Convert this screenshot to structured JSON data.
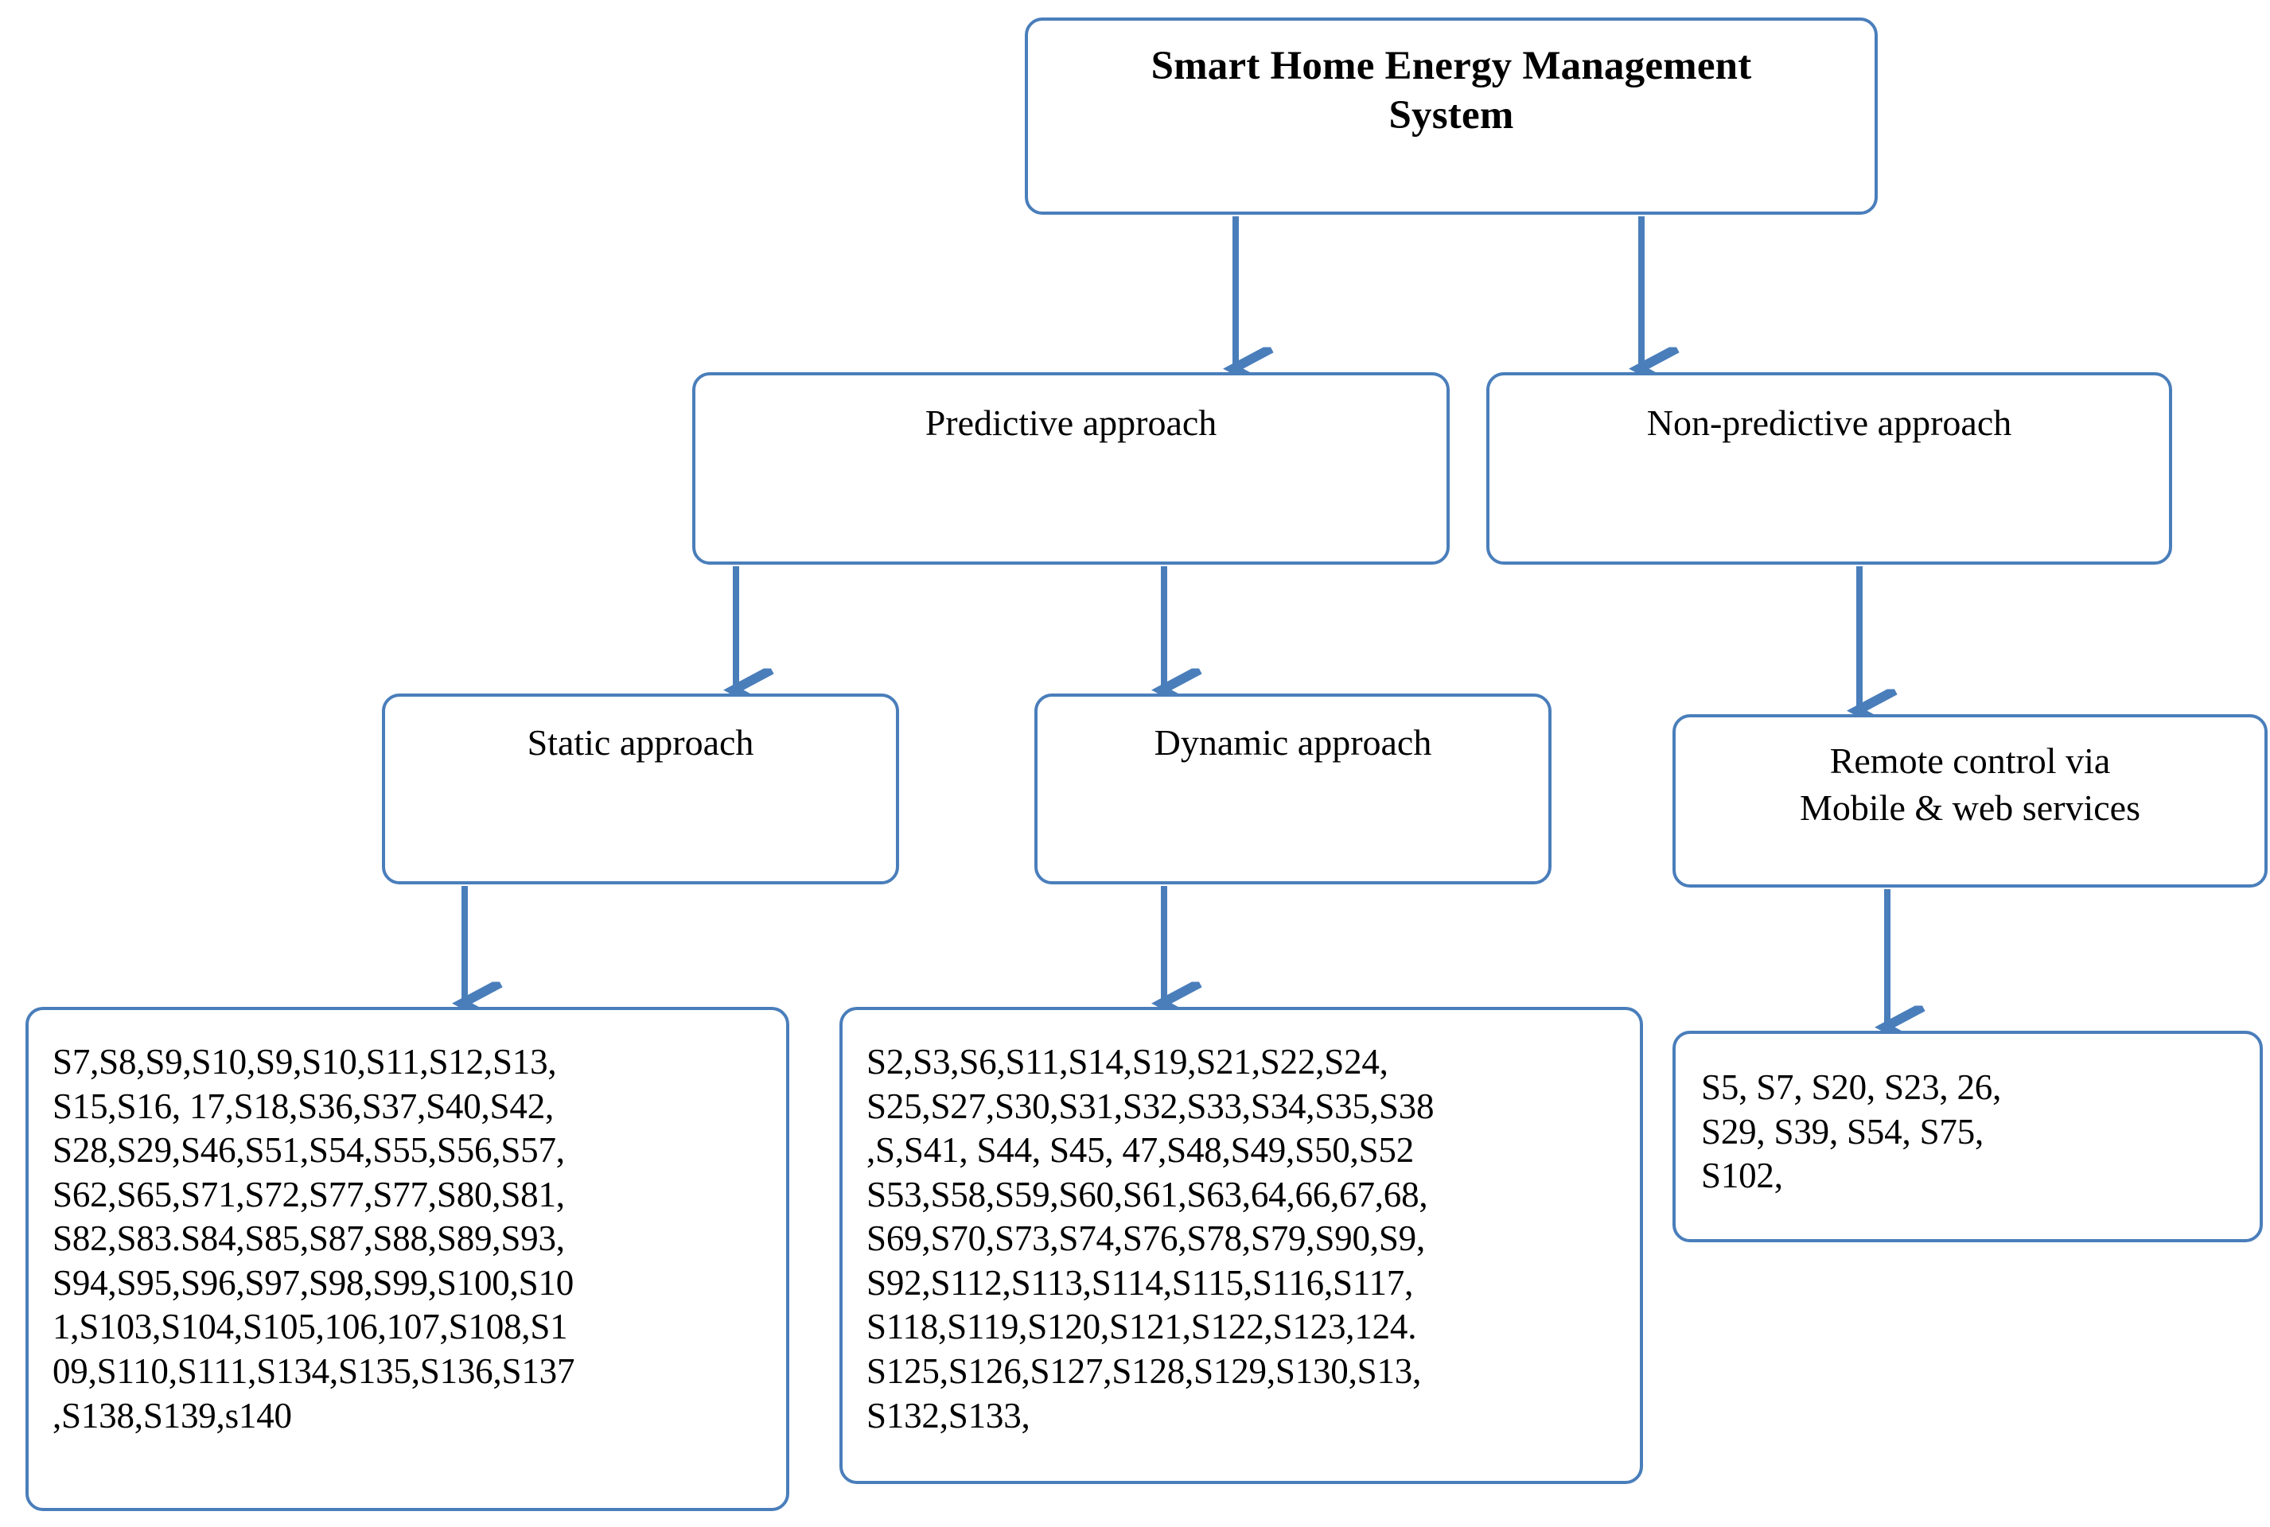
{
  "diagram": {
    "title_node": "Smart Home Energy Management\nSystem",
    "accent_color": "#4a7ebb",
    "text_color": "#000000",
    "background_color": "#ffffff",
    "nodes": {
      "root": "Smart Home Energy Management\nSystem",
      "predictive": "Predictive approach",
      "non_predictive": "Non-predictive approach",
      "static": "Static approach",
      "dynamic": "Dynamic approach",
      "remote": "Remote control via\nMobile & web services",
      "static_studies": "S7,S8,S9,S10,S9,S10,S11,S12,S13,\nS15,S16, 17,S18,S36,S37,S40,S42,\nS28,S29,S46,S51,S54,S55,S56,S57,\nS62,S65,S71,S72,S77,S77,S80,S81,\nS82,S83.S84,S85,S87,S88,S89,S93,\nS94,S95,S96,S97,S98,S99,S100,S10\n1,S103,S104,S105,106,107,S108,S1\n09,S110,S111,S134,S135,S136,S137\n,S138,S139,s140",
      "dynamic_studies": "S2,S3,S6,S11,S14,S19,S21,S22,S24,\nS25,S27,S30,S31,S32,S33,S34,S35,S38\n,S,S41, S44, S45, 47,S48,S49,S50,S52\nS53,S58,S59,S60,S61,S63,64,66,67,68,\nS69,S70,S73,S74,S76,S78,S79,S90,S9,\nS92,S112,S113,S114,S115,S116,S117,\nS118,S119,S120,S121,S122,S123,124.\nS125,S126,S127,S128,S129,S130,S13,\nS132,S133,",
      "remote_studies": "S5, S7, S20, S23, 26,\nS29, S39, S54, S75,\nS102,"
    },
    "edges": [
      {
        "name": "root-to-predictive",
        "from": "root",
        "to": "predictive"
      },
      {
        "name": "root-to-non-predictive",
        "from": "root",
        "to": "non_predictive"
      },
      {
        "name": "predictive-to-static",
        "from": "predictive",
        "to": "static"
      },
      {
        "name": "predictive-to-dynamic",
        "from": "predictive",
        "to": "dynamic"
      },
      {
        "name": "non-predictive-to-remote",
        "from": "non_predictive",
        "to": "remote"
      },
      {
        "name": "static-to-static-studies",
        "from": "static",
        "to": "static_studies"
      },
      {
        "name": "dynamic-to-dynamic-studies",
        "from": "dynamic",
        "to": "dynamic_studies"
      },
      {
        "name": "remote-to-remote-studies",
        "from": "remote",
        "to": "remote_studies"
      }
    ]
  }
}
